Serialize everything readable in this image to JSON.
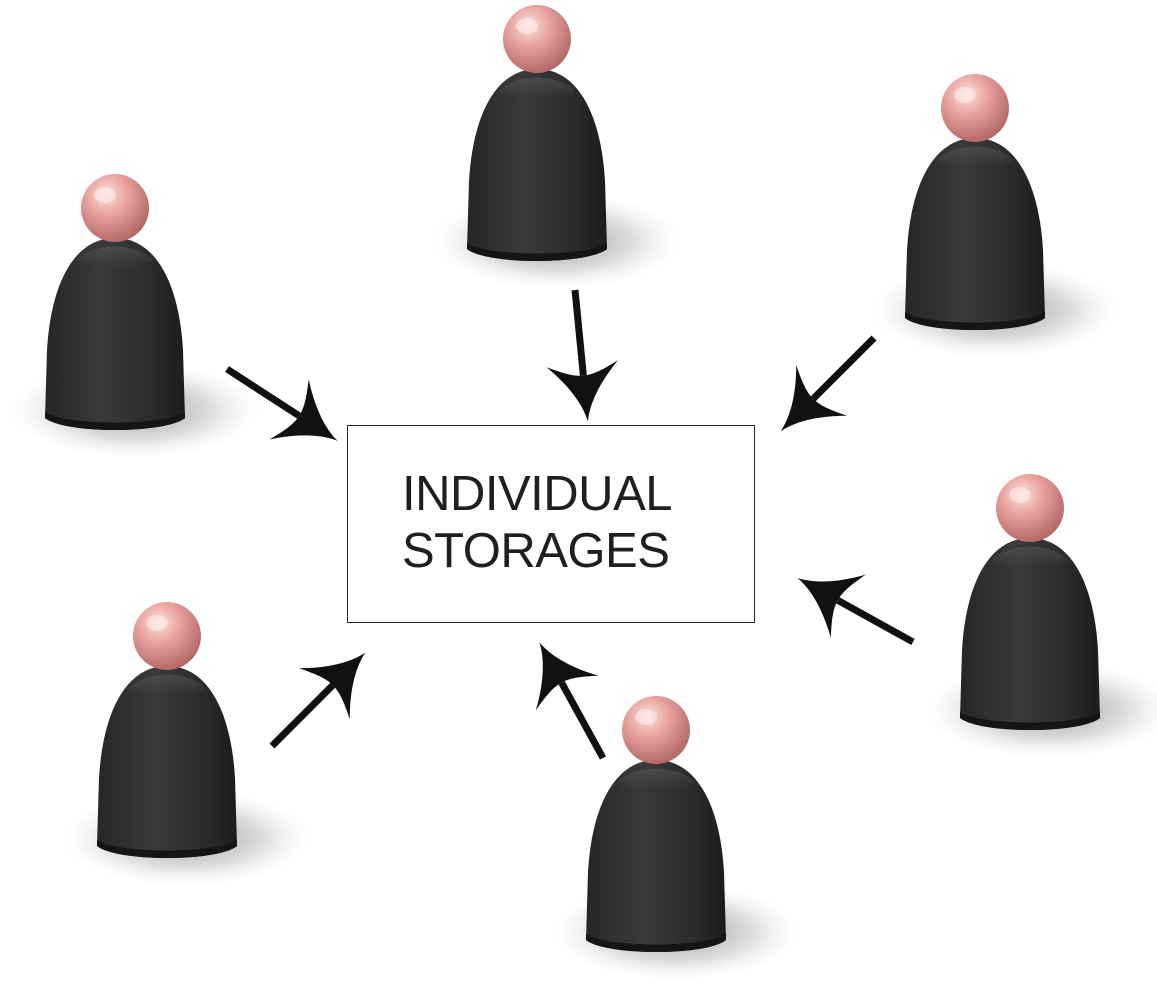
{
  "diagram": {
    "box_label_lines": [
      "INDIVIDUAL",
      "STORAGES"
    ],
    "person_count": 6,
    "colors": {
      "background": "#ffffff",
      "body": "#2e2e2e",
      "head": "#e7a09c",
      "arrow": "#111111",
      "box_border": "#2b2b2b"
    }
  }
}
